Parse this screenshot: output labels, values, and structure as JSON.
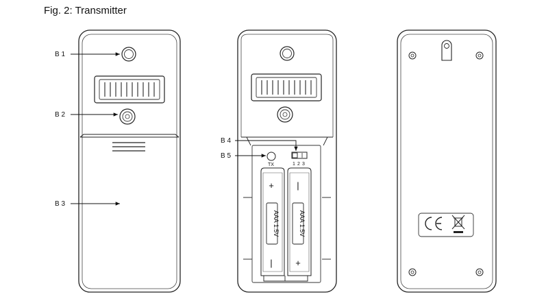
{
  "figure": {
    "title": "Fig. 2: Transmitter"
  },
  "callouts": {
    "b1": "B 1",
    "b2": "B 2",
    "b3": "B 3",
    "b4": "B 4",
    "b5": "B 5"
  },
  "switch": {
    "positions": [
      "1",
      "2",
      "3"
    ],
    "tx_label": "TX"
  },
  "batteries": {
    "left": {
      "label": "AAA 1.5V",
      "top_mark": "+",
      "bottom_mark": "|"
    },
    "right": {
      "label": "AAA 1.5V",
      "top_mark": "|",
      "bottom_mark": "+"
    }
  },
  "back": {
    "ce_mark": "CE",
    "weee_icon": "crossed-out-bin-icon"
  }
}
